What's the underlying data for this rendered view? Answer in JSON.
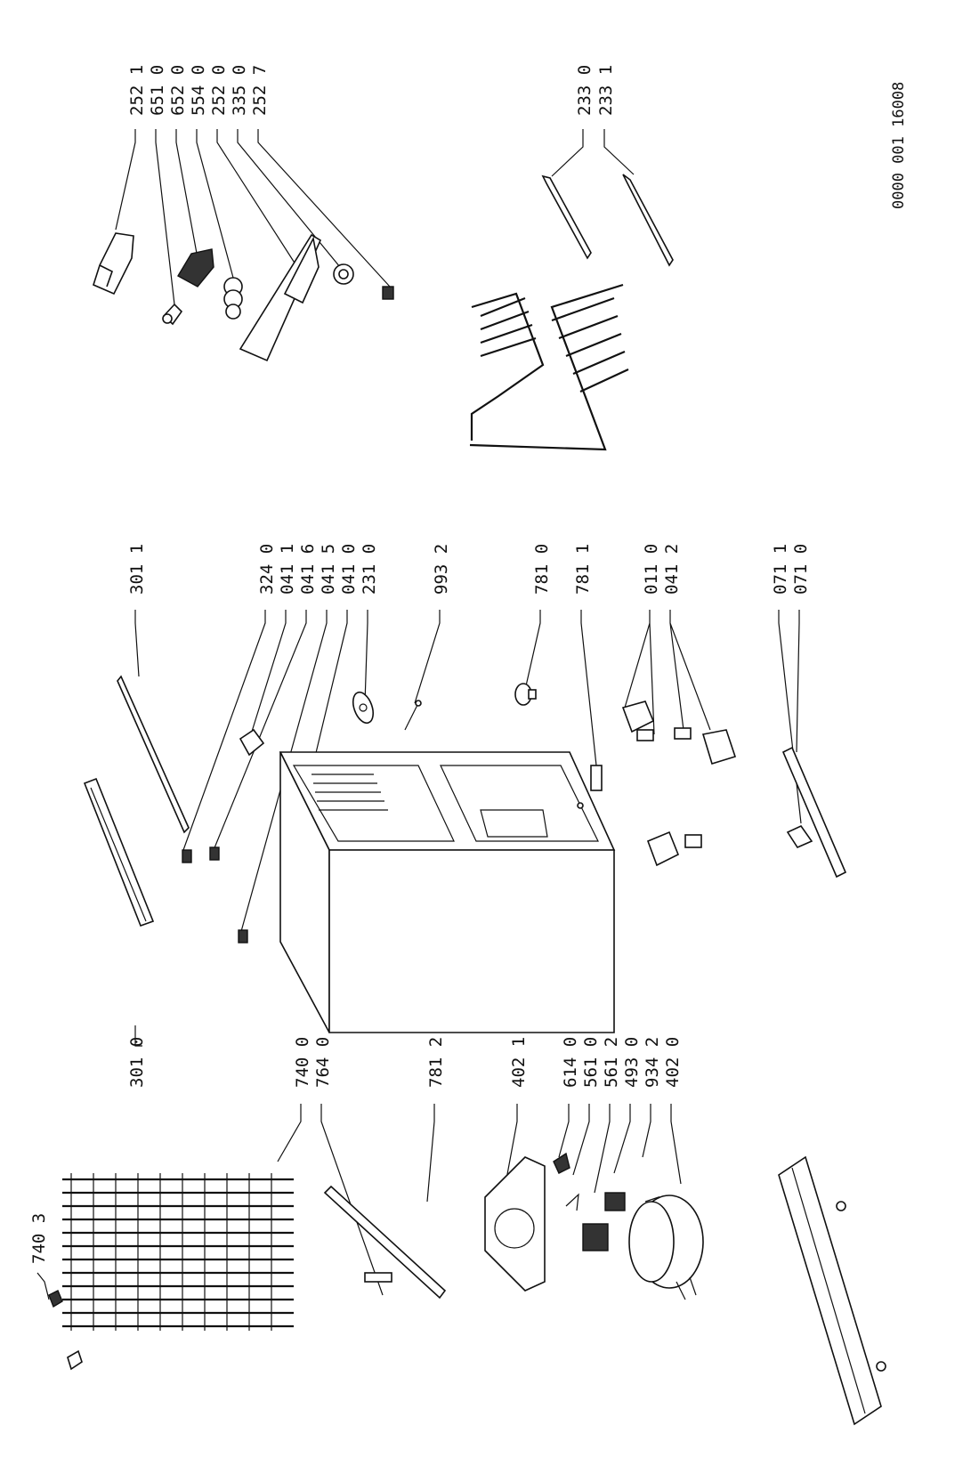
{
  "drawing_code": "0000 001  16008",
  "callouts": [
    {
      "id": "c2521",
      "label": "252 1"
    },
    {
      "id": "c6510",
      "label": "651 0"
    },
    {
      "id": "c6520",
      "label": "652 0"
    },
    {
      "id": "c5540",
      "label": "554 0"
    },
    {
      "id": "c2520",
      "label": "252 0"
    },
    {
      "id": "c3350",
      "label": "335 0"
    },
    {
      "id": "c2527",
      "label": "252 7"
    },
    {
      "id": "c2330",
      "label": "233 0"
    },
    {
      "id": "c2331",
      "label": "233 1"
    },
    {
      "id": "c3011",
      "label": "301 1"
    },
    {
      "id": "c3240",
      "label": "324 0"
    },
    {
      "id": "c0411",
      "label": "041 1"
    },
    {
      "id": "c0416",
      "label": "041 6"
    },
    {
      "id": "c0415",
      "label": "041 5"
    },
    {
      "id": "c0410",
      "label": "041 0"
    },
    {
      "id": "c2310",
      "label": "231 0"
    },
    {
      "id": "c9932",
      "label": "993 2"
    },
    {
      "id": "c7810",
      "label": "781 0"
    },
    {
      "id": "c7811",
      "label": "781 1"
    },
    {
      "id": "c0110",
      "label": "011 0"
    },
    {
      "id": "c0412",
      "label": "041 2"
    },
    {
      "id": "c0711",
      "label": "071 1"
    },
    {
      "id": "c0710",
      "label": "071 0"
    },
    {
      "id": "c3010",
      "label": "301 0"
    },
    {
      "id": "c7403",
      "label": "740 3"
    },
    {
      "id": "c7400",
      "label": "740 0"
    },
    {
      "id": "c7640",
      "label": "764 0"
    },
    {
      "id": "c7812",
      "label": "781 2"
    },
    {
      "id": "c4021",
      "label": "402 1"
    },
    {
      "id": "c6140",
      "label": "614 0"
    },
    {
      "id": "c5610",
      "label": "561 0"
    },
    {
      "id": "c5612",
      "label": "561 2"
    },
    {
      "id": "c4930",
      "label": "493 0"
    },
    {
      "id": "c9342",
      "label": "934 2"
    },
    {
      "id": "c4020",
      "label": "402 0"
    }
  ]
}
